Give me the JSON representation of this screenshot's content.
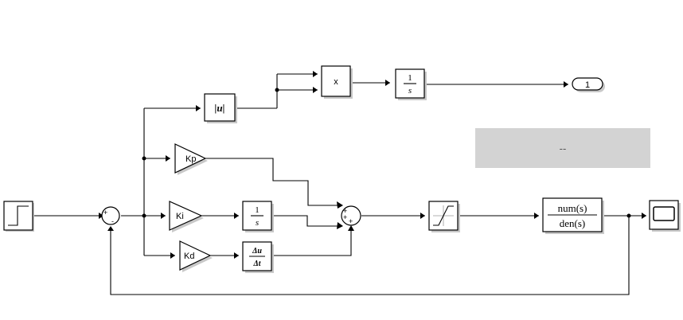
{
  "blocks": {
    "abs": "|u|",
    "product": "x",
    "integrator_top": {
      "num": "1",
      "den": "s"
    },
    "outport": "1",
    "gain_p": "Kp",
    "gain_i": "Ki",
    "gain_d": "Kd",
    "integrator_mid": {
      "num": "1",
      "den": "s"
    },
    "derivative": {
      "num": "Δu",
      "den": "Δt"
    },
    "transfer_fcn": {
      "num": "num(s)",
      "den": "den(s)"
    },
    "sum_error": {
      "plus": "+",
      "minus": "-"
    },
    "sum_pid": {
      "a": "+",
      "b": "+",
      "c": "+"
    }
  },
  "annotation": {
    "text": "--"
  },
  "colors": {
    "shadow": "#c8c8c8",
    "annotation_bg": "#d3d3d3",
    "line": "#000000"
  }
}
